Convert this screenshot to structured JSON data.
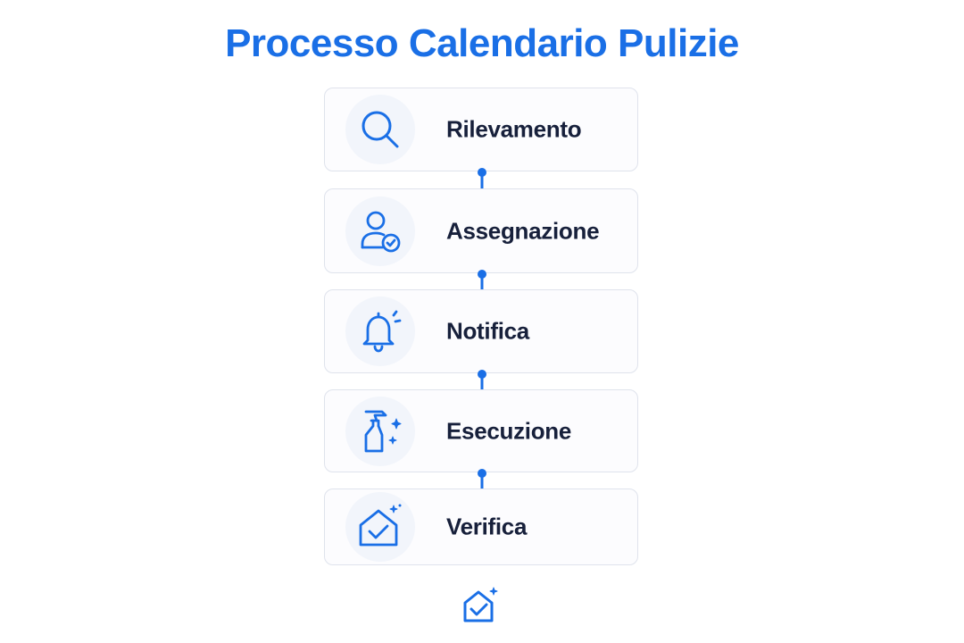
{
  "title": "Processo Calendario Pulizie",
  "steps": [
    {
      "label": "Rilevamento",
      "icon": "search-icon"
    },
    {
      "label": "Assegnazione",
      "icon": "user-check-icon"
    },
    {
      "label": "Notifica",
      "icon": "bell-icon"
    },
    {
      "label": "Esecuzione",
      "icon": "spray-bottle-icon"
    },
    {
      "label": "Verifica",
      "icon": "house-check-icon"
    }
  ],
  "footer_icon": "house-check-icon",
  "colors": {
    "accent": "#1a6fe6",
    "text": "#17203b",
    "card_border": "#dfe3ec",
    "icon_bg": "#f2f5fb"
  }
}
